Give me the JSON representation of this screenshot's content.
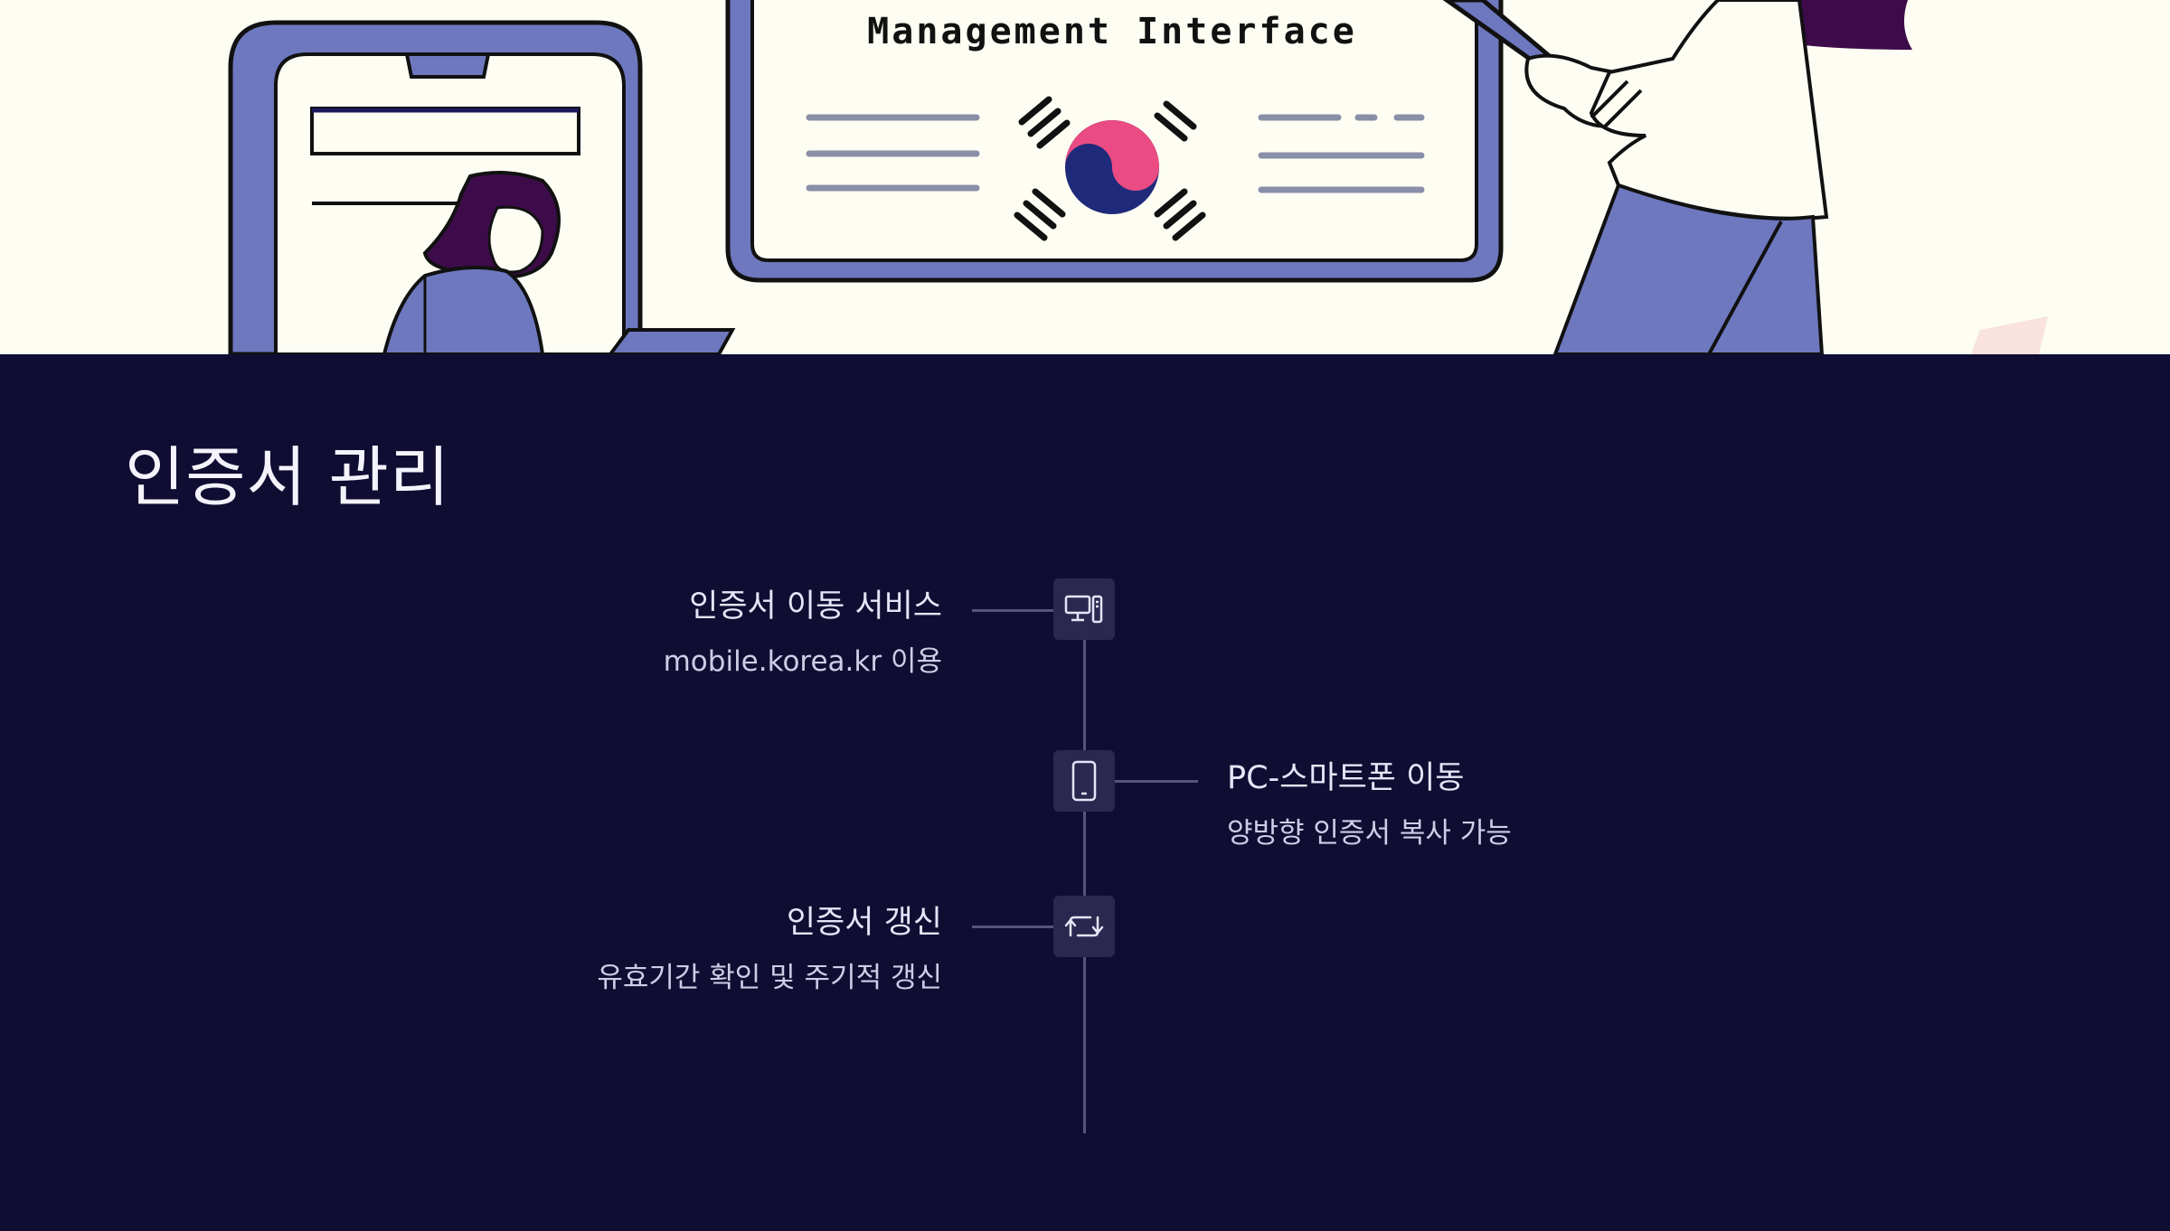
{
  "hero": {
    "board_title": "Management Interface"
  },
  "page": {
    "title": "인증서 관리"
  },
  "timeline": [
    {
      "title": "인증서 이동 서비스",
      "description": "mobile.korea.kr 이용",
      "icon": "desktop-computer-icon",
      "side": "left"
    },
    {
      "title": "PC-스마트폰 이동",
      "description": "양방향 인증서 복사 가능",
      "icon": "smartphone-icon",
      "side": "right"
    },
    {
      "title": "인증서 갱신",
      "description": "유효기간 확인 및 주기적 갱신",
      "icon": "renew-arrows-icon",
      "side": "left"
    }
  ],
  "colors": {
    "background": "#100d33",
    "hero_background": "#fdfdf3",
    "accent_blue": "#6e78bf",
    "accent_pink": "#e94b82",
    "node_background": "#2b2850"
  }
}
